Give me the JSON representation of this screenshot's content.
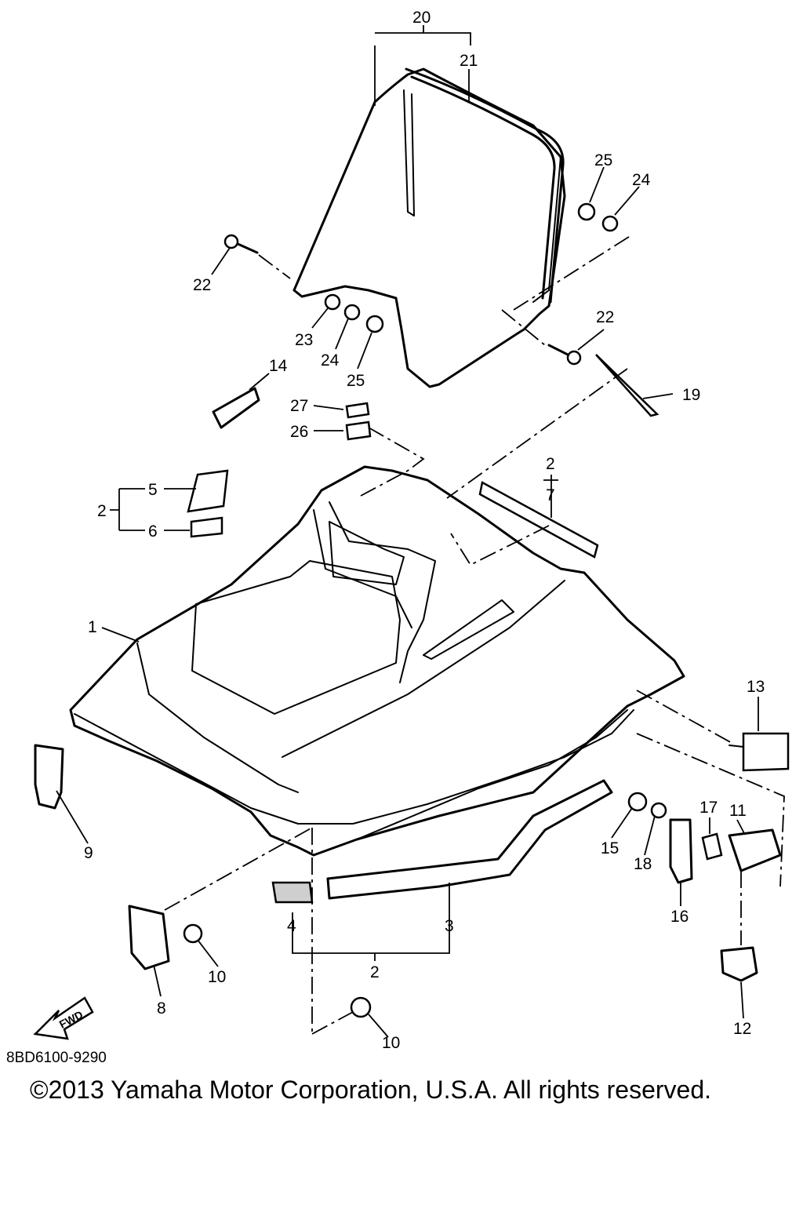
{
  "diagram": {
    "code": "8BD6100-9290",
    "copyright": "©2013 Yamaha Motor Corporation, U.S.A. All rights reserved.",
    "fwd_label": "FWD",
    "callouts": {
      "c1": "1",
      "c2a": "2",
      "c2b": "2",
      "c2c": "2",
      "c3": "3",
      "c4": "4",
      "c5": "5",
      "c6": "6",
      "c7": "7",
      "c8": "8",
      "c9": "9",
      "c10a": "10",
      "c10b": "10",
      "c11": "11",
      "c12": "12",
      "c13": "13",
      "c14": "14",
      "c15": "15",
      "c16": "16",
      "c17": "17",
      "c18": "18",
      "c19": "19",
      "c20": "20",
      "c21": "21",
      "c22a": "22",
      "c22b": "22",
      "c23": "23",
      "c24a": "24",
      "c24b": "24",
      "c25a": "25",
      "c25b": "25",
      "c26": "26",
      "c27": "27"
    }
  }
}
